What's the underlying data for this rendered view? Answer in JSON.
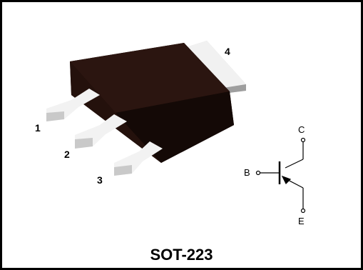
{
  "package_name": "SOT-223",
  "pins": {
    "pin1": "1",
    "pin2": "2",
    "pin3": "3",
    "pin4": "4"
  },
  "schematic": {
    "collector": "C",
    "base": "B",
    "emitter": "E"
  },
  "colors": {
    "body": "#1e0f0b",
    "body_top": "#2a140f",
    "lead": "#f2f2f2",
    "lead_shadow": "#bdbdbd",
    "frame": "#000000"
  }
}
